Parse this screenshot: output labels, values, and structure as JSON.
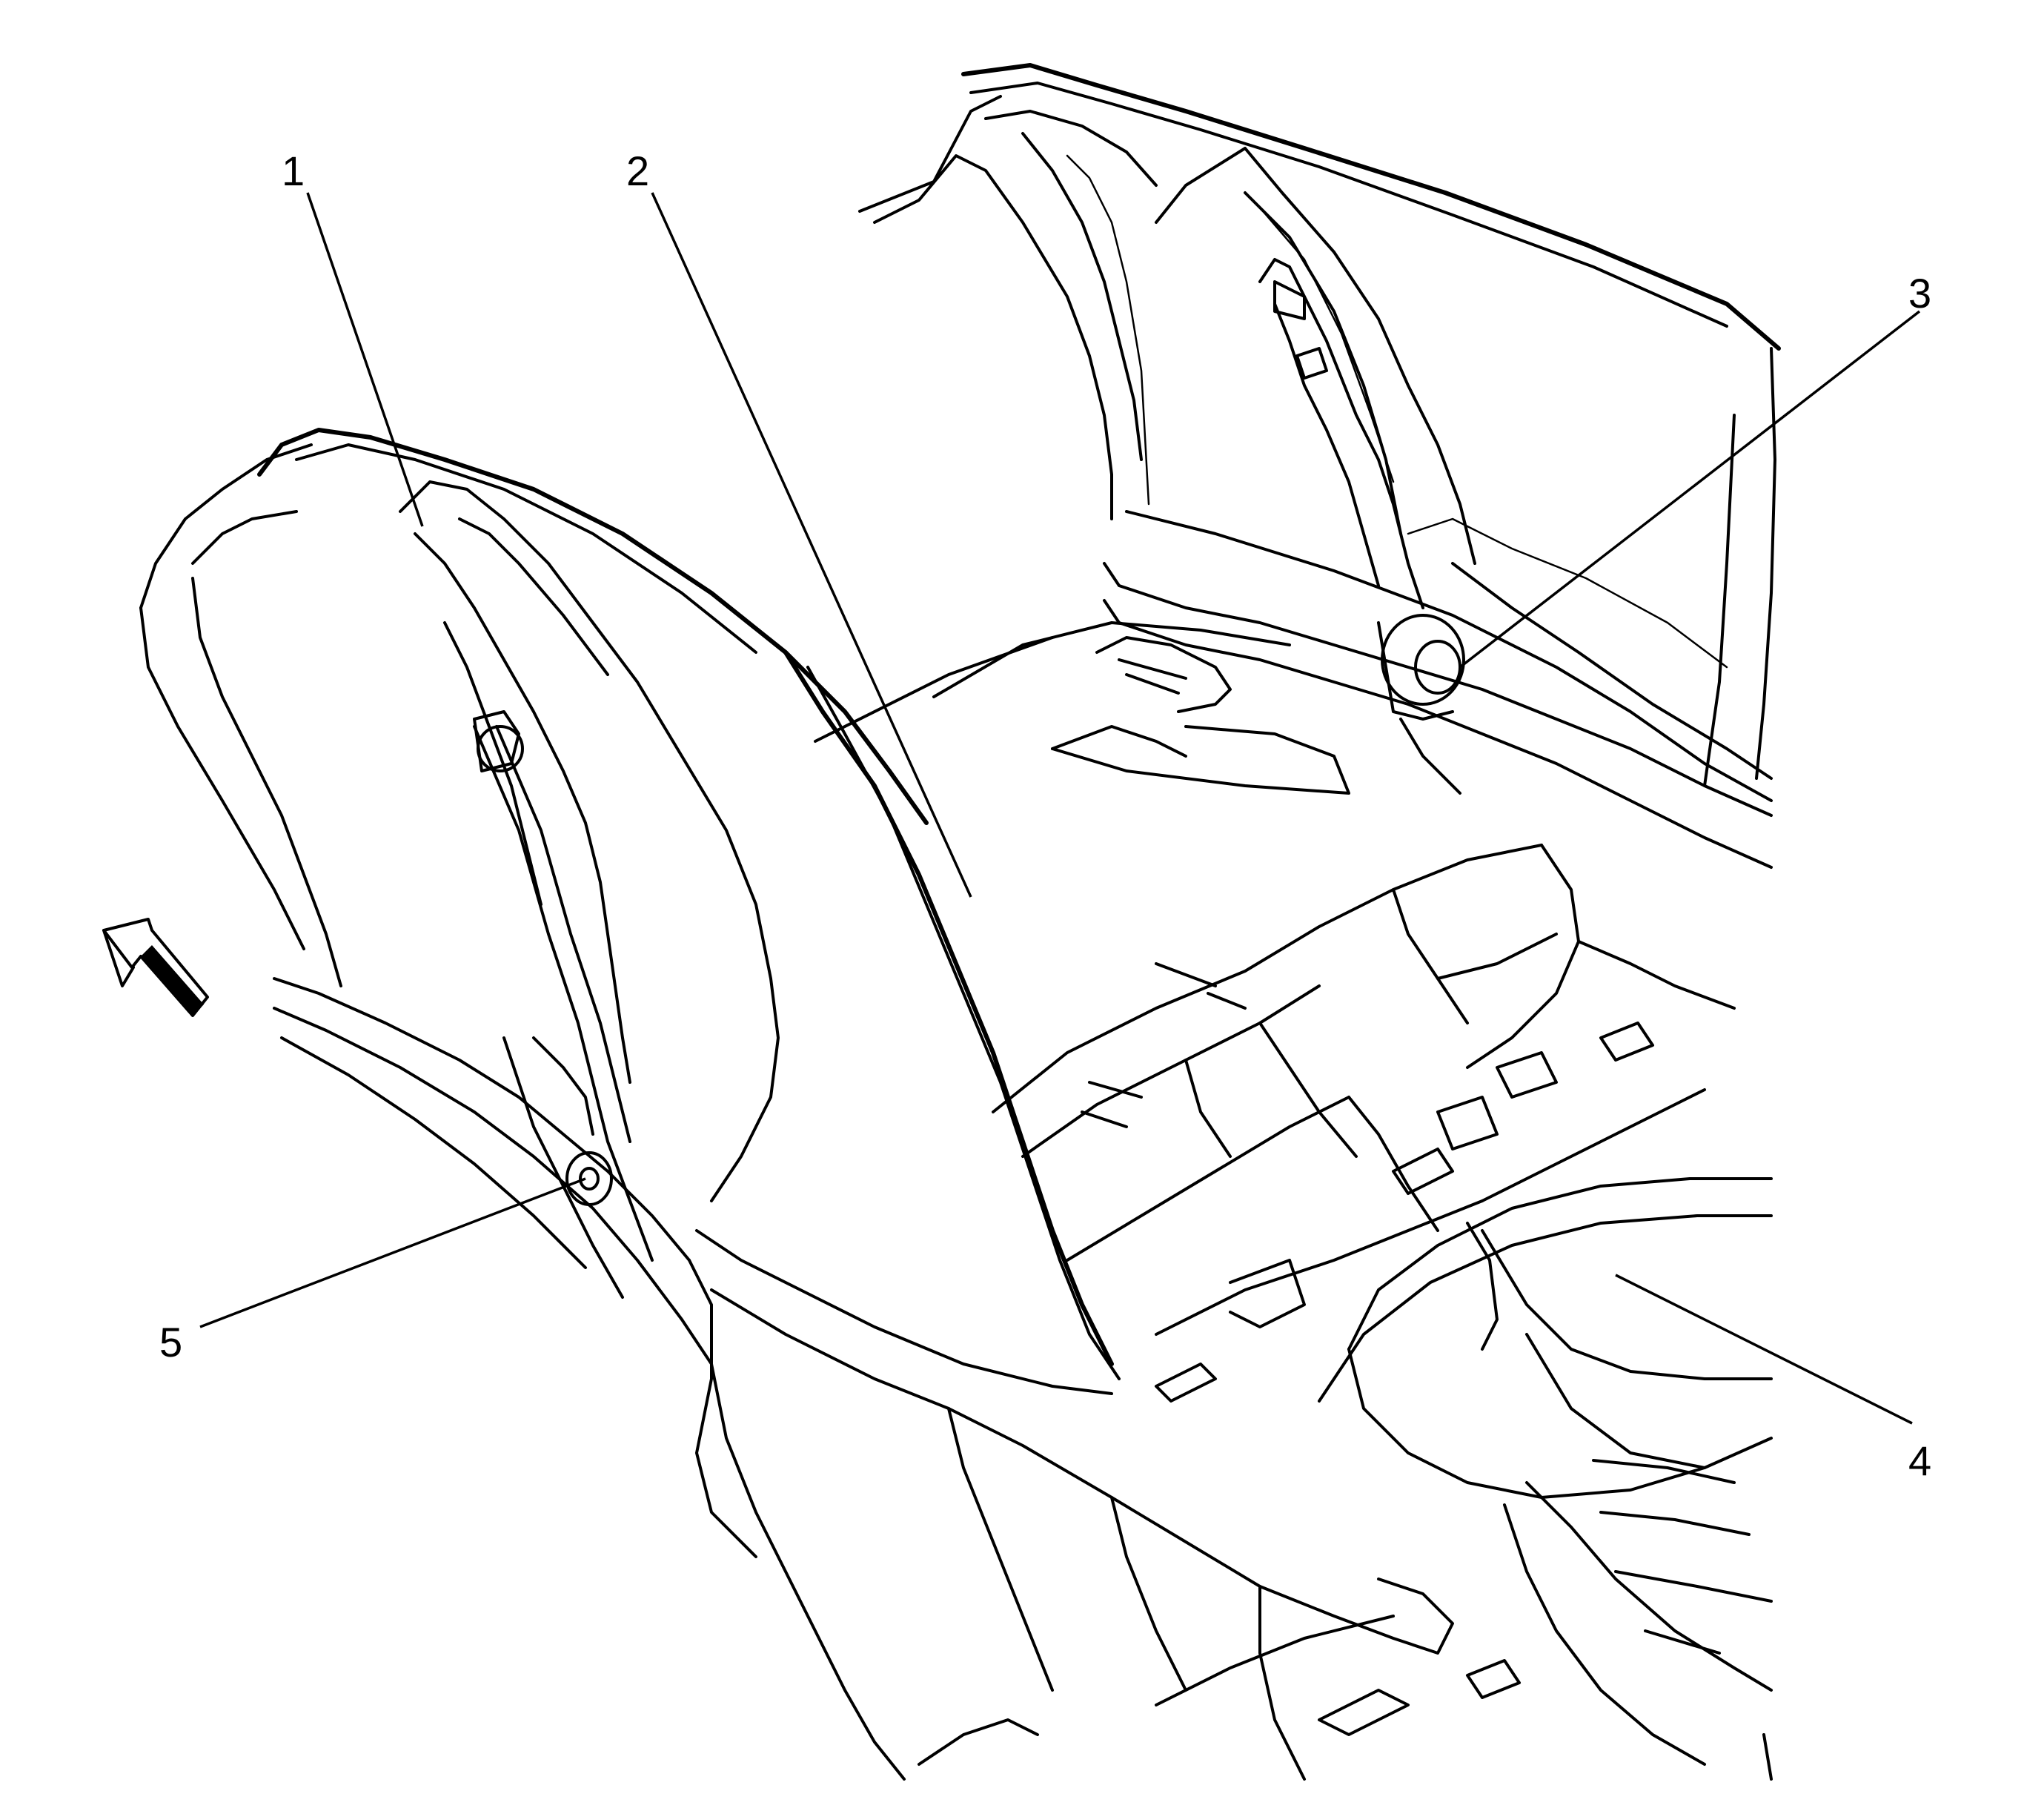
{
  "callouts": [
    {
      "id": "1",
      "label": "1"
    },
    {
      "id": "2",
      "label": "2"
    },
    {
      "id": "3",
      "label": "3"
    },
    {
      "id": "4",
      "label": "4"
    },
    {
      "id": "5",
      "label": "5"
    }
  ],
  "direction_arrow": {
    "icon": "forward-arrow-icon"
  }
}
